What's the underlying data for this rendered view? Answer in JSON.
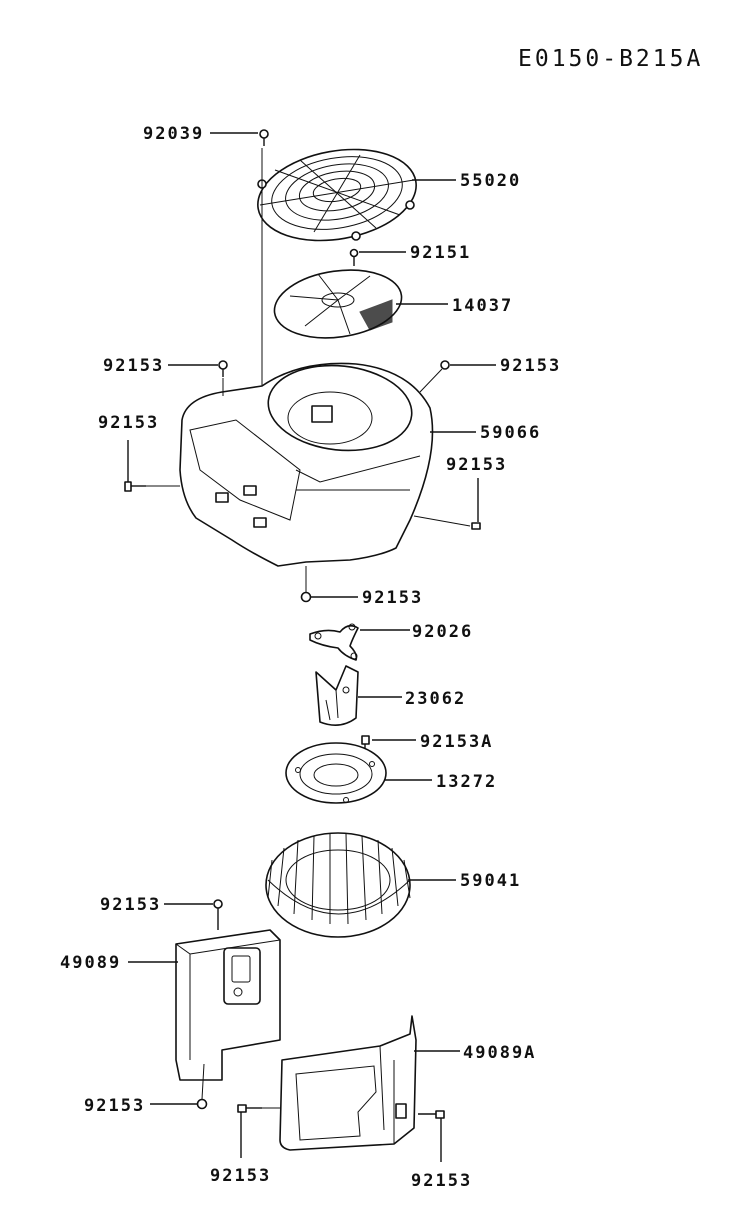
{
  "diagram_id": "E0150-B215A",
  "labels": {
    "l92039": "92039",
    "l55020": "55020",
    "l92151": "92151",
    "l14037": "14037",
    "l92153_left_top": "92153",
    "l92153_right_top": "92153",
    "l92153_left": "92153",
    "l59066": "59066",
    "l92153_right": "92153",
    "l92153_bottom": "92153",
    "l92026": "92026",
    "l23062": "23062",
    "l92153A": "92153A",
    "l13272": "13272",
    "l59041": "59041",
    "l92153_49089_top": "92153",
    "l49089": "49089",
    "l92153_49089_bottom": "92153",
    "l49089A": "49089A",
    "l92153_49089A_left": "92153",
    "l92153_49089A_right": "92153"
  }
}
